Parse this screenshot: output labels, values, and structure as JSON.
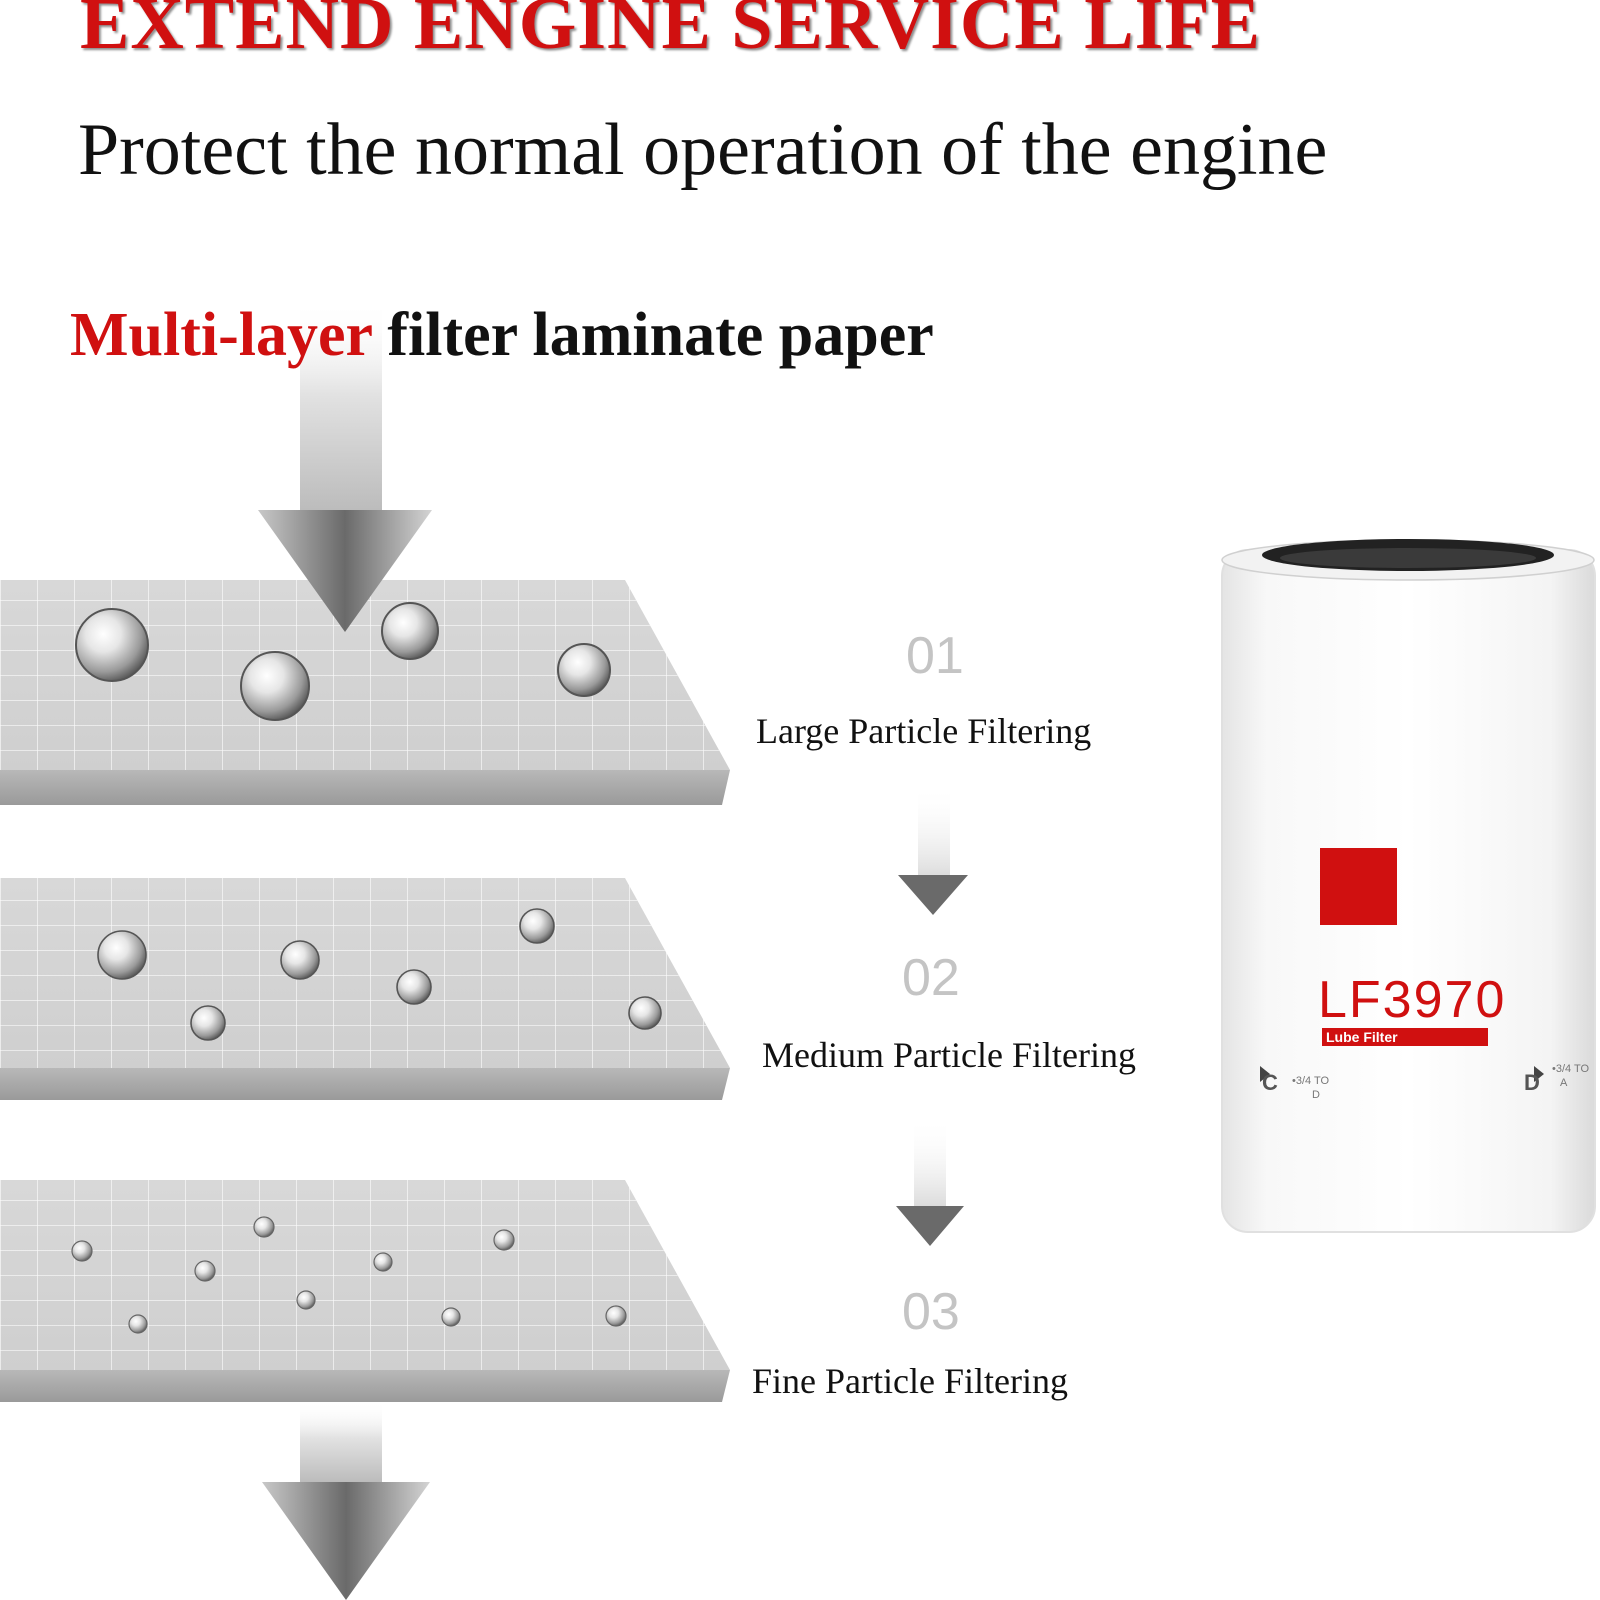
{
  "headline": "EXTEND ENGINE SERVICE LIFE",
  "subheadline": "Protect the normal operation of the engine",
  "layer_title": {
    "highlight": "Multi-layer",
    "rest": " filter laminate paper"
  },
  "steps": [
    {
      "number": "01",
      "label": "Large Particle Filtering"
    },
    {
      "number": "02",
      "label": "Medium Particle Filtering"
    },
    {
      "number": "03",
      "label": "Fine Particle Filtering"
    }
  ],
  "product": {
    "model": "LF3970",
    "subtitle": "Lube Filter",
    "mark_c": "C",
    "mark_c_note_1": "•3/4 TO",
    "mark_c_note_2": "D",
    "mark_d": "D",
    "mark_d_note_1": "•3/4 TO",
    "mark_d_note_2": "A"
  },
  "colors": {
    "accent_red": "#d01010",
    "text_dark": "#111111",
    "step_number_gray": "#c4c4c4",
    "sheet_gray": "#d4d4d4",
    "filter_white": "#ffffff",
    "filter_lid": "#222222"
  },
  "icons": {
    "arrow": "down-arrow-icon",
    "particle": "particle-droplet-icon",
    "logo_square": "red-square-logo-icon"
  }
}
